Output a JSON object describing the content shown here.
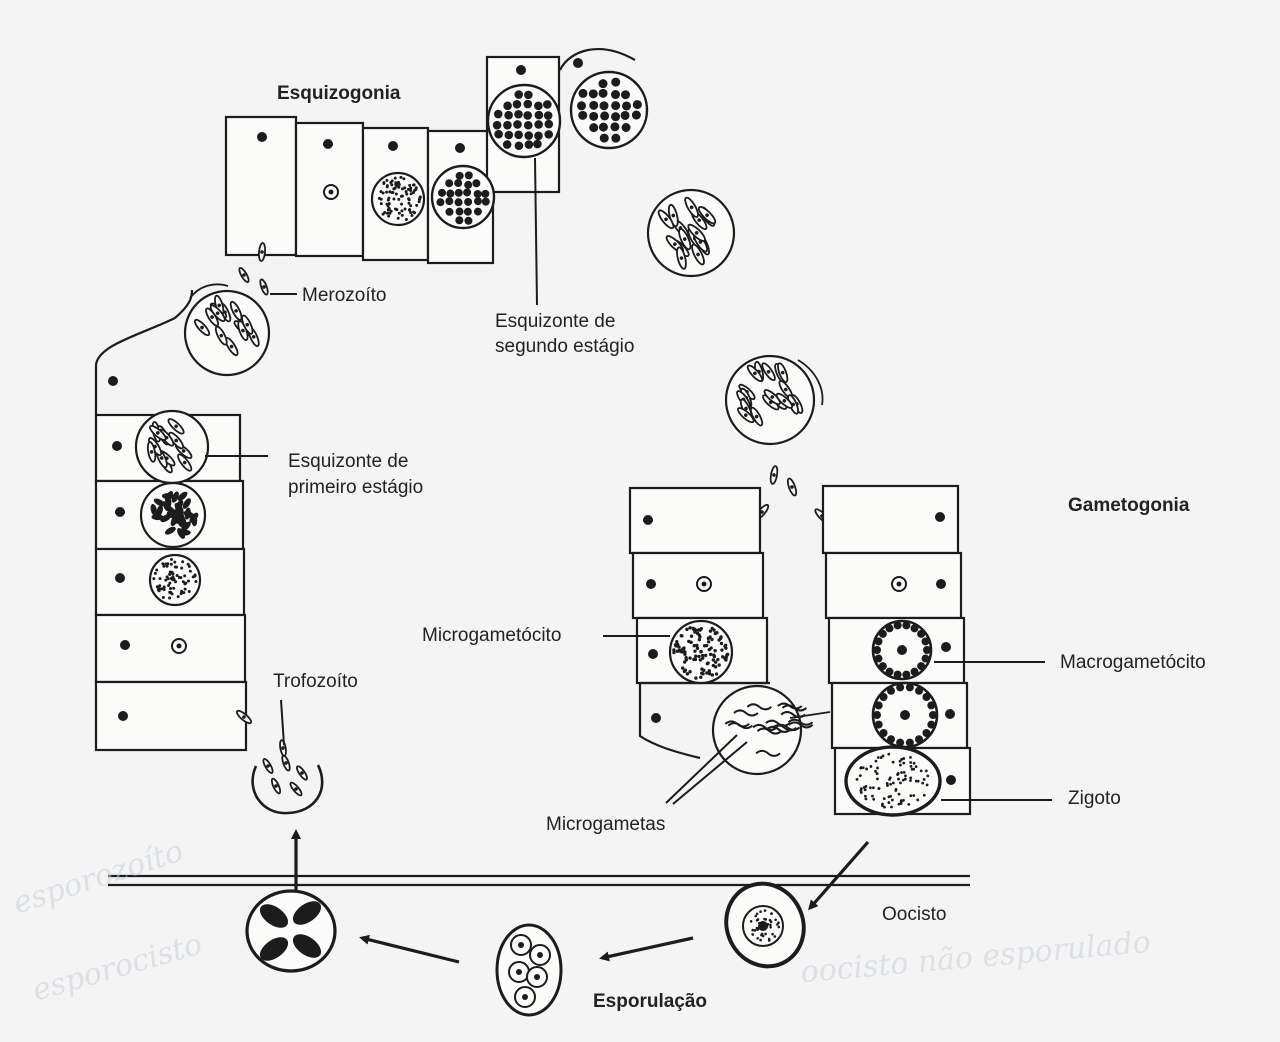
{
  "title": "Ciclo de vida — Eimeria",
  "stages": {
    "schizogony": "Esquizogonia",
    "gametogony": "Gametogonia",
    "sporulation": "Esporulação"
  },
  "labels": {
    "merozoite": "Merozoíto",
    "second_stage_schizont": [
      "Esquizonte de",
      "segundo estágio"
    ],
    "first_stage_schizont": [
      "Esquizonte de",
      "primeiro estágio"
    ],
    "trophozoite": "Trofozoíto",
    "microgametocyte": "Microgametócito",
    "macrogametocyte": "Macrogametócito",
    "zygote": "Zigoto",
    "microgametes": "Microgametas",
    "oocyst": "Oocisto"
  },
  "handwritten_notes": [
    "esporozoíto",
    "esporocisto",
    "oocisto não esporulado"
  ],
  "colors": {
    "ink": "#1c1c1c",
    "paper": "#f3f4f3",
    "pencil": "#c9cede"
  }
}
